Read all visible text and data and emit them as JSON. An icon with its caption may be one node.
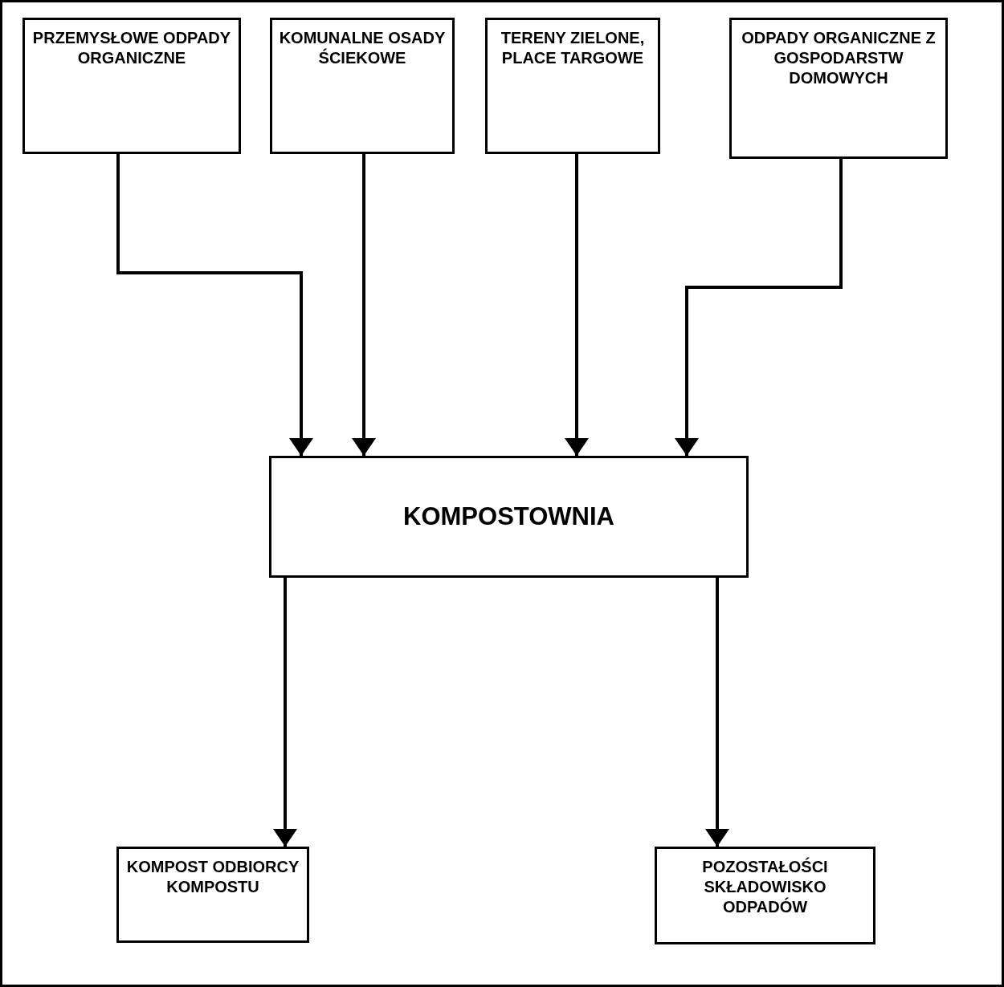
{
  "diagram": {
    "nodes": [
      {
        "text": [
          "PRZEMYSŁOWE ODPADY ORGANICZNE"
        ]
      },
      {
        "text": [
          "KOMUNALNE OSADY ŚCIEKOWE"
        ]
      },
      {
        "text": [
          "TERENY ZIELONE, PLACE TARGOWE"
        ]
      },
      {
        "text": [
          "ODPADY ORGANICZNE Z GOSPODARSTW DOMOWYCH"
        ]
      },
      {
        "text": [
          "KOMPOSTOWNIA"
        ]
      },
      {
        "text": [
          "KOMPOST ODBIORCY KOMPOSTU"
        ]
      },
      {
        "text": [
          "POZOSTAŁOŚCI SKŁADOWISKO ODPADÓW"
        ]
      }
    ],
    "edges": [
      {
        "from": 0,
        "to": 4,
        "arrow": "to"
      },
      {
        "from": 1,
        "to": 4,
        "arrow": "to"
      },
      {
        "from": 2,
        "to": 4,
        "arrow": "to"
      },
      {
        "from": 3,
        "to": 4,
        "arrow": "to"
      },
      {
        "from": 4,
        "to": 5,
        "arrow": "to"
      },
      {
        "from": 4,
        "to": 6,
        "arrow": "to"
      }
    ]
  }
}
